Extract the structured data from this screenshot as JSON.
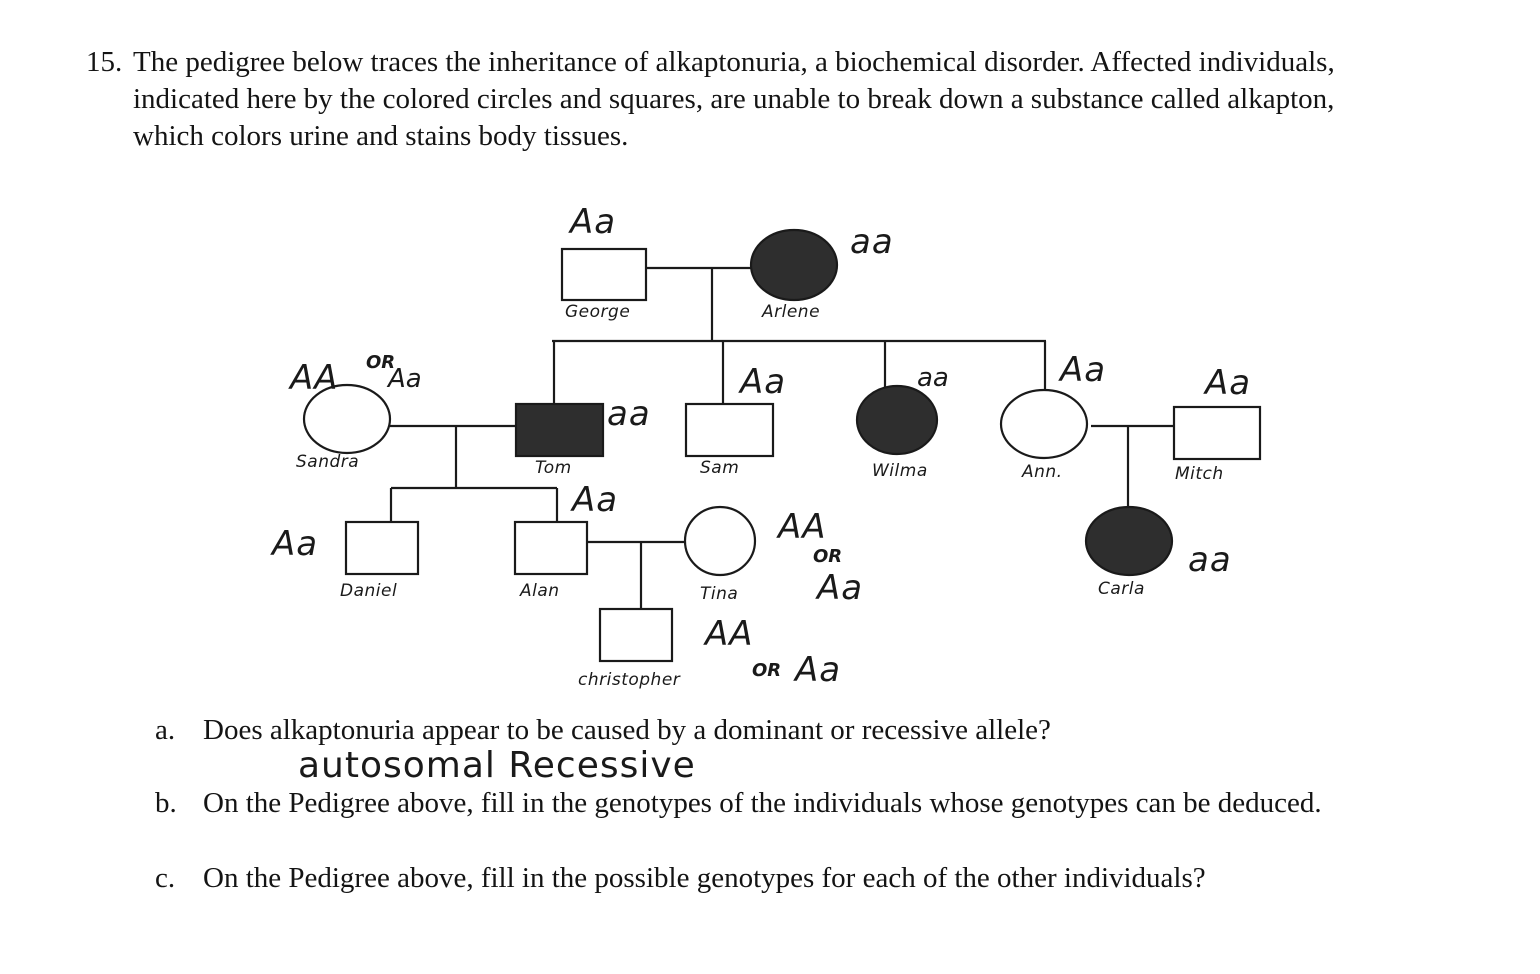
{
  "question": {
    "number": "15.",
    "lines": [
      "The pedigree below traces the inheritance of alkaptonuria, a biochemical disorder.  Affected individuals,",
      "indicated here by the colored circles and squares, are unable to break down a substance called alkapton,",
      "which colors urine and stains body tissues."
    ]
  },
  "pedigree": {
    "affected_color": "#2e2e2e",
    "individuals": {
      "george": {
        "name": "George",
        "sex": "male",
        "affected": false,
        "genotype": "Aa"
      },
      "arlene": {
        "name": "Arlene",
        "sex": "female",
        "affected": true,
        "genotype": "aa"
      },
      "sandra": {
        "name": "Sandra",
        "sex": "female",
        "affected": false,
        "genotype_1": "AA",
        "or": "OR",
        "genotype_2": "Aa"
      },
      "tom": {
        "name": "Tom",
        "sex": "male",
        "affected": true,
        "genotype": "aa"
      },
      "sam": {
        "name": "Sam",
        "sex": "male",
        "affected": false,
        "genotype": "Aa"
      },
      "wilma": {
        "name": "Wilma",
        "sex": "female",
        "affected": true,
        "genotype": "aa"
      },
      "ann": {
        "name": "Ann.",
        "sex": "female",
        "affected": false,
        "genotype": "Aa"
      },
      "mitch": {
        "name": "Mitch",
        "sex": "male",
        "affected": false,
        "genotype": "Aa"
      },
      "daniel": {
        "name": "Daniel",
        "sex": "male",
        "affected": false,
        "genotype": "Aa"
      },
      "alan": {
        "name": "Alan",
        "sex": "male",
        "affected": false,
        "genotype": "Aa"
      },
      "tina": {
        "name": "Tina",
        "sex": "female",
        "affected": false,
        "genotype_1": "AA",
        "or": "OR",
        "genotype_2": "Aa"
      },
      "christopher": {
        "name": "christopher",
        "sex": "male",
        "affected": false,
        "genotype_1": "AA",
        "or": "OR",
        "genotype_2": "Aa"
      },
      "carla": {
        "name": "Carla",
        "sex": "female",
        "affected": true,
        "genotype": "aa"
      }
    }
  },
  "sub_questions": [
    {
      "letter": "a.",
      "text": "Does alkaptonuria appear to be caused by a dominant or recessive allele?",
      "answer": "autosomal Recessive"
    },
    {
      "letter": "b.",
      "text": "On the Pedigree above, fill in the genotypes of the individuals whose genotypes can be deduced."
    },
    {
      "letter": "c.",
      "text": "On the Pedigree above, fill in the possible genotypes for each of the other individuals?"
    }
  ]
}
